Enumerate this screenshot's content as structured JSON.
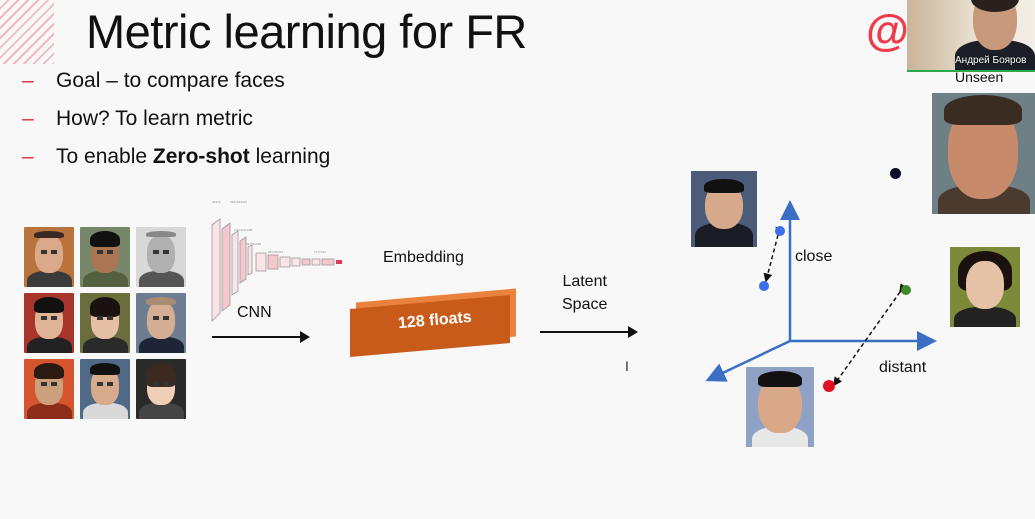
{
  "slide": {
    "title": "Metric learning for FR",
    "logo": "@",
    "bullets": [
      {
        "text": "Goal – to compare faces"
      },
      {
        "text": "How? To learn metric"
      },
      {
        "prefix": "To enable ",
        "bold": "Zero-shot",
        "suffix": " learning"
      }
    ],
    "bullet_marker": "–",
    "labels": {
      "cnn": "CNN",
      "embedding": "Embedding",
      "embedding_value": "128  floats",
      "latent_line1": "Latent",
      "latent_line2": "Space",
      "unseen": "Unseen",
      "close": "close",
      "distant": "distant"
    },
    "colors": {
      "accent": "#e0303b",
      "embedding_box": "#c85a1a",
      "axis": "#3a6fc4",
      "blue_point": "#3b6ee8",
      "green_point": "#3d8a2a",
      "red_point": "#e01020",
      "black_point": "#0b0b2a"
    }
  },
  "webcam": {
    "name": "Андрей Бояров"
  },
  "cursor_glyph": "I"
}
